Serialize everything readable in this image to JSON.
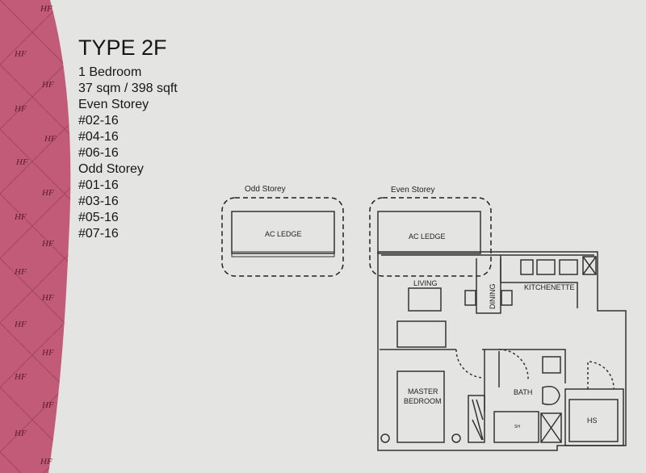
{
  "unit": {
    "type_title": "TYPE 2F",
    "details": [
      "1 Bedroom",
      "37 sqm / 398 sqft"
    ],
    "even_storey_label": "Even Storey",
    "even_units": [
      "#02-16",
      "#04-16",
      "#06-16"
    ],
    "odd_storey_label": "Odd Storey",
    "odd_units": [
      "#01-16",
      "#03-16",
      "#05-16",
      "#07-16"
    ]
  },
  "plan": {
    "odd_option_label": "Odd Storey",
    "even_option_label": "Even Storey",
    "ac_ledge": "AC LEDGE",
    "rooms": {
      "living": "LIVING",
      "dining": "DINING",
      "kitchenette": "KITCHENETTE",
      "master_line1": "MASTER",
      "master_line2": "BEDROOM",
      "bath": "BATH",
      "sh": "SH",
      "hs": "HS"
    }
  },
  "colors": {
    "brand_pink": "#c25b78",
    "paper": "#e4e4e2",
    "ink": "#222222"
  },
  "logo_text": "HF"
}
